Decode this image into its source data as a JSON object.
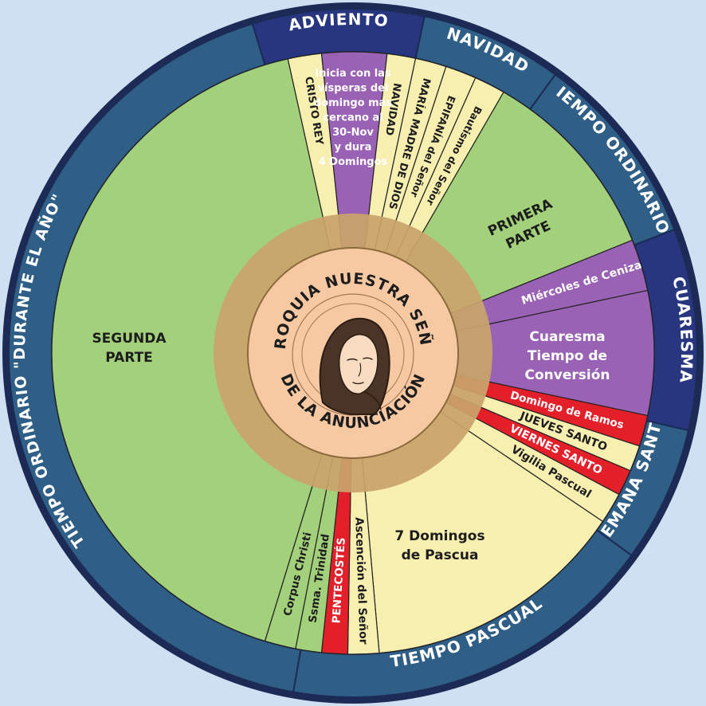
{
  "colors": {
    "background": "#cfe0f2",
    "ring_teal": "#2f5f86",
    "ring_navy": "#27367f",
    "ring_edge": "#1c2b55",
    "green": "#a3d07a",
    "yellow": "#f7efb0",
    "purple": "#9a62b4",
    "red": "#e3202a",
    "center_band": "#c9a46a",
    "center_disc": "#f7c9a3"
  },
  "seasons": [
    {
      "label": "ADVIENTO",
      "color": "ring_navy"
    },
    {
      "label": "NAVIDAD",
      "color": "ring_teal"
    },
    {
      "label": "TIEMPO ORDINARIO",
      "color": "ring_teal"
    },
    {
      "label": "CUARESMA",
      "color": "ring_navy"
    },
    {
      "label": "SEMANA SANTA",
      "color": "ring_teal"
    },
    {
      "label": "TIEMPO PASCUAL",
      "color": "ring_teal"
    },
    {
      "label": "TIEMPO ORDINARIO \"DURANTE EL AÑO\"",
      "color": "ring_teal"
    }
  ],
  "segments": [
    {
      "id": "cristo-rey",
      "label": "CRISTO REY",
      "color": "yellow"
    },
    {
      "id": "adviento",
      "lines": [
        "Inicia con las",
        "vísperas del",
        "domingo mas",
        "cercano al",
        "30-Nov",
        "y dura",
        "4 Domingos"
      ],
      "color": "purple"
    },
    {
      "id": "navidad",
      "label": "NAVIDAD",
      "color": "yellow"
    },
    {
      "id": "maria-madre",
      "label": "MARÍA MADRE DE DIOS",
      "color": "yellow"
    },
    {
      "id": "epifania",
      "label": "EPIFANÍA del Señor",
      "color": "yellow"
    },
    {
      "id": "bautismo",
      "label": "Bautismo del Señor",
      "color": "yellow"
    },
    {
      "id": "primera-parte",
      "lines": [
        "PRIMERA",
        "PARTE"
      ],
      "color": "green"
    },
    {
      "id": "ceniza",
      "label": "Miércoles de Ceniza",
      "color": "purple"
    },
    {
      "id": "cuaresma",
      "lines": [
        "Cuaresma",
        "Tiempo de",
        "Conversión"
      ],
      "color": "purple"
    },
    {
      "id": "ramos",
      "label": "Domingo de Ramos",
      "color": "red"
    },
    {
      "id": "jueves",
      "label": "JUEVES SANTO",
      "color": "yellow"
    },
    {
      "id": "viernes",
      "label": "VIERNES SANTO",
      "color": "red"
    },
    {
      "id": "vigilia",
      "label": "Vigilia Pascual",
      "color": "yellow"
    },
    {
      "id": "pascua",
      "lines": [
        "7 Domingos",
        "de Pascua"
      ],
      "color": "yellow"
    },
    {
      "id": "ascension",
      "label": "Ascención del Señor",
      "color": "yellow"
    },
    {
      "id": "pentecostes",
      "label": "PENTECOSTÉS",
      "color": "red"
    },
    {
      "id": "trinidad",
      "label": "Ssma. Trinidad",
      "color": "green"
    },
    {
      "id": "corpus",
      "label": "Corpus Christi",
      "color": "green"
    },
    {
      "id": "segunda-parte",
      "lines": [
        "SEGUNDA",
        "PARTE"
      ],
      "color": "green"
    }
  ],
  "center": {
    "top_text": "PARROQUIA NUESTRA SEÑORA",
    "bottom_text": "DE LA ANUNCIACIÓN"
  }
}
